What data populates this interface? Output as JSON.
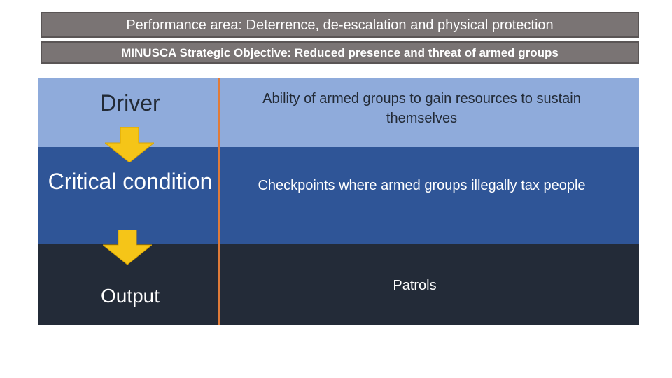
{
  "header": {
    "performance_area": "Performance area: Deterrence, de-escalation and physical protection",
    "strategic_objective": "MINUSCA Strategic Objective: Reduced presence and threat of armed groups"
  },
  "rows": [
    {
      "label": "Driver",
      "description": "Ability of armed groups to gain resources to sustain themselves"
    },
    {
      "label": "Critical condition",
      "description": "Checkpoints where armed groups illegally tax people"
    },
    {
      "label": "Output",
      "description": "Patrols"
    }
  ],
  "colors": {
    "banner": "#7a7474",
    "row_driver": "#8fabdb",
    "row_critical": "#2f5597",
    "row_output": "#232b38",
    "divider": "#e07b39",
    "arrow": "#f5c518"
  },
  "icons": [
    "down-arrow-icon"
  ]
}
